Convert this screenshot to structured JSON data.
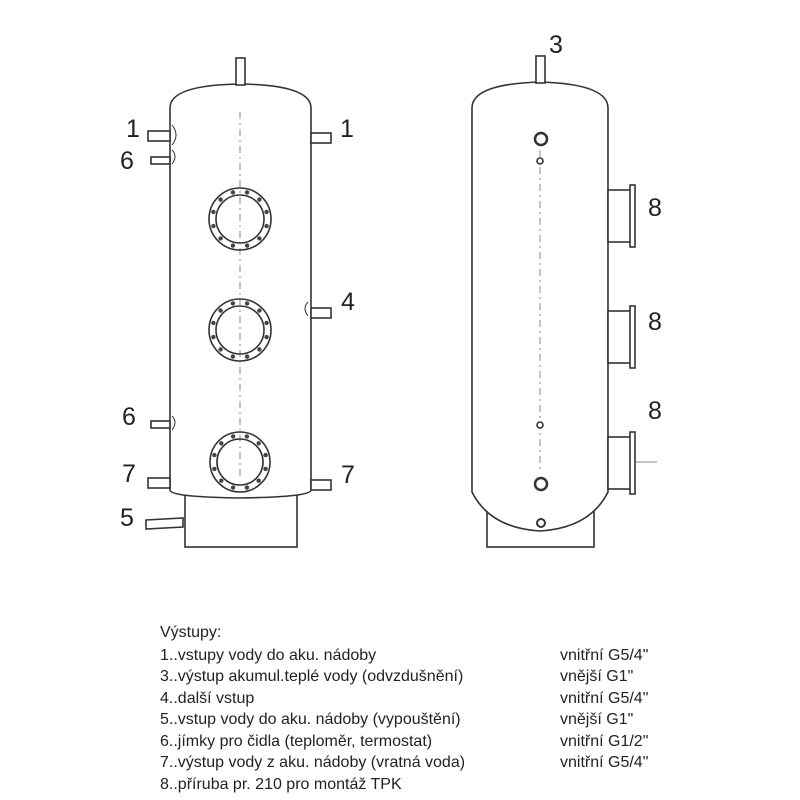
{
  "labels": {
    "front": {
      "top_left": "1",
      "top_right": "1",
      "sensor_top": "6",
      "side_inlet": "4",
      "sensor_bottom": "6",
      "bottom_left": "7",
      "bottom_right": "7",
      "drain": "5"
    },
    "side": {
      "top": "3",
      "flange_top": "8",
      "flange_middle": "8",
      "flange_bottom": "8"
    }
  },
  "legend": {
    "title": "Výstupy:",
    "items": [
      {
        "desc": "1..vstupy vody do aku. nádoby",
        "thread": "vnitřní G5/4\""
      },
      {
        "desc": "3..výstup akumul.teplé vody (odvzdušnění)",
        "thread": "vnější G1\""
      },
      {
        "desc": "4..další vstup",
        "thread": "vnitřní G5/4\""
      },
      {
        "desc": "5..vstup vody do aku. nádoby (vypouštění)",
        "thread": "vnější G1\""
      },
      {
        "desc": "6..jímky pro čidla (teploměr, termostat)",
        "thread": "vnitřní G1/2\""
      },
      {
        "desc": "7..výstup vody z aku. nádoby (vratná voda)",
        "thread": "vnitřní G5/4\""
      },
      {
        "desc": "8..příruba pr. 210 pro montáž TPK",
        "thread": ""
      }
    ]
  }
}
